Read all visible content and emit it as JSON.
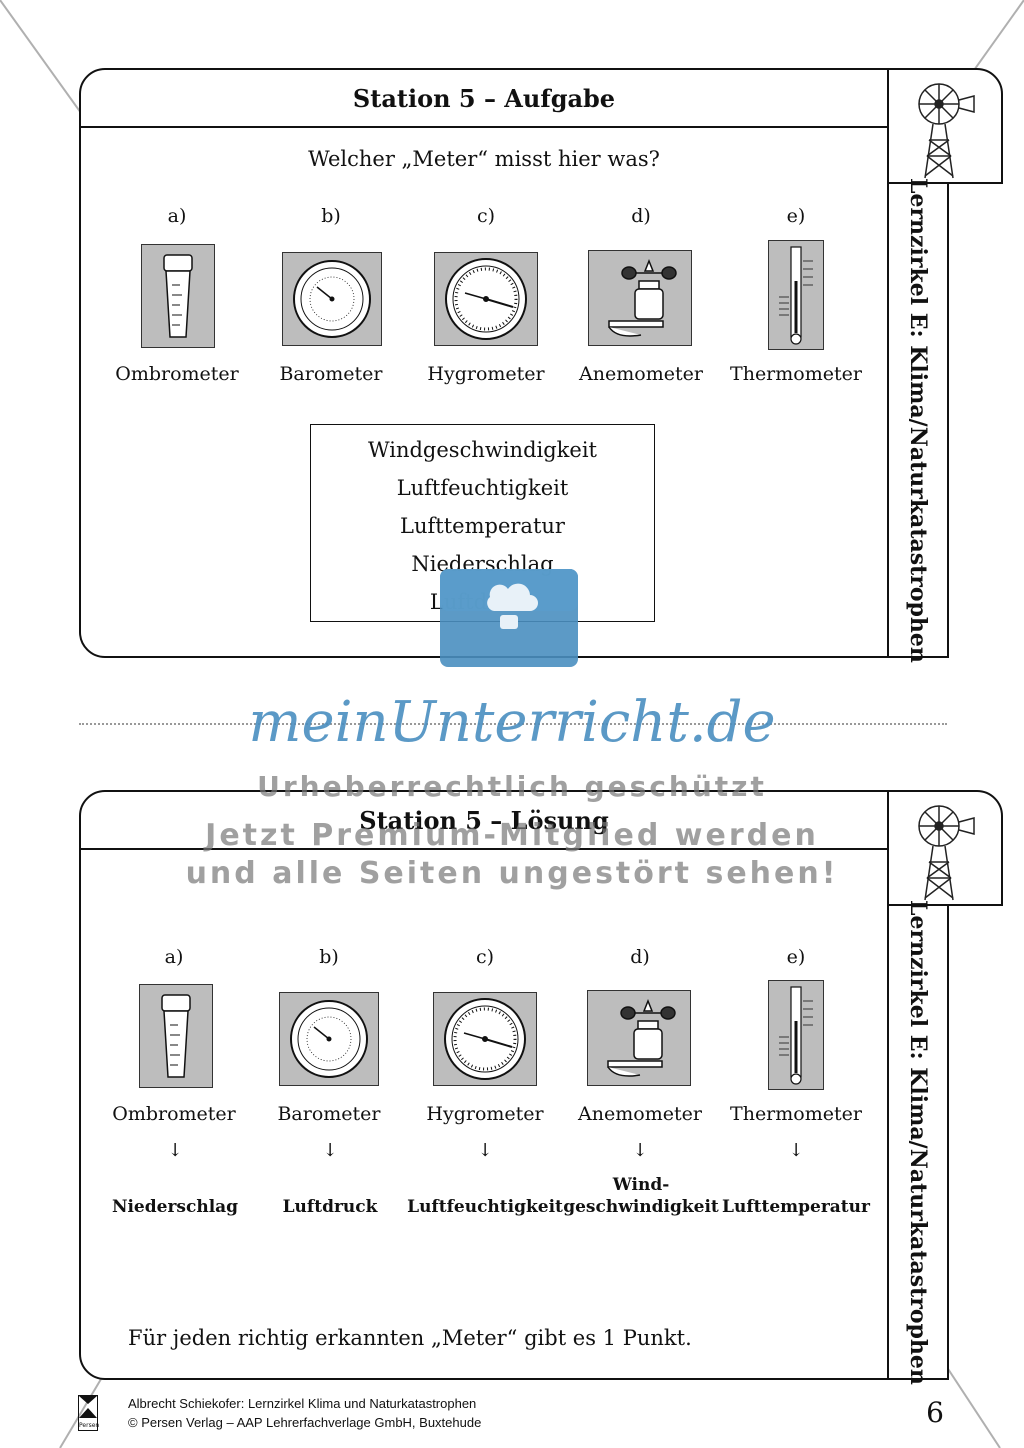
{
  "task": {
    "title": "Station 5 – Aufgabe",
    "question": "Welcher „Meter“ misst hier was?",
    "items": [
      {
        "letter": "a)",
        "name": "Ombrometer",
        "icon": "rain-gauge-icon"
      },
      {
        "letter": "b)",
        "name": "Barometer",
        "icon": "barometer-icon"
      },
      {
        "letter": "c)",
        "name": "Hygrometer",
        "icon": "hygrometer-icon"
      },
      {
        "letter": "d)",
        "name": "Anemometer",
        "icon": "anemometer-icon"
      },
      {
        "letter": "e)",
        "name": "Thermometer",
        "icon": "thermometer-icon"
      }
    ],
    "answers": [
      "Windgeschwindigkeit",
      "Luftfeuchtigkeit",
      "Lufttemperatur",
      "Niederschlag",
      "Luftdruck"
    ]
  },
  "solution": {
    "title": "Station 5 – Lösung",
    "items": [
      {
        "letter": "a)",
        "name": "Ombrometer",
        "arrow": "↓",
        "result": "Niederschlag"
      },
      {
        "letter": "b)",
        "name": "Barometer",
        "arrow": "↓",
        "result": "Luftdruck"
      },
      {
        "letter": "c)",
        "name": "Hygrometer",
        "arrow": "↓",
        "result": "Luftfeuchtigkeit"
      },
      {
        "letter": "d)",
        "name": "Anemometer",
        "arrow": "↓",
        "result_line1": "Wind-",
        "result_line2": "geschwindigkeit"
      },
      {
        "letter": "e)",
        "name": "Thermometer",
        "arrow": "↓",
        "result": "Lufttemperatur"
      }
    ],
    "points_note": "Für jeden richtig erkannten „Meter“ gibt es 1 Punkt."
  },
  "side_label": "Lernzirkel E: Klima/Naturkatastrophen",
  "watermark": {
    "brand": "meinUnterricht.de",
    "line1": "Urheberrechtlich geschützt",
    "line2": "Jetzt Premium-Mitglied werden",
    "line3": "und alle Seiten ungestört sehen!"
  },
  "footer": {
    "publisher_logo": "Persen",
    "line1": "Albrecht Schiekofer: Lernzirkel Klima und Naturkatastrophen",
    "line2": "© Persen Verlag – AAP Lehrerfachverlage GmbH, Buxtehude",
    "page_number": "6"
  },
  "colors": {
    "watermark_blue": "#4a8fc0",
    "instrument_bg": "#bdbdbd"
  }
}
